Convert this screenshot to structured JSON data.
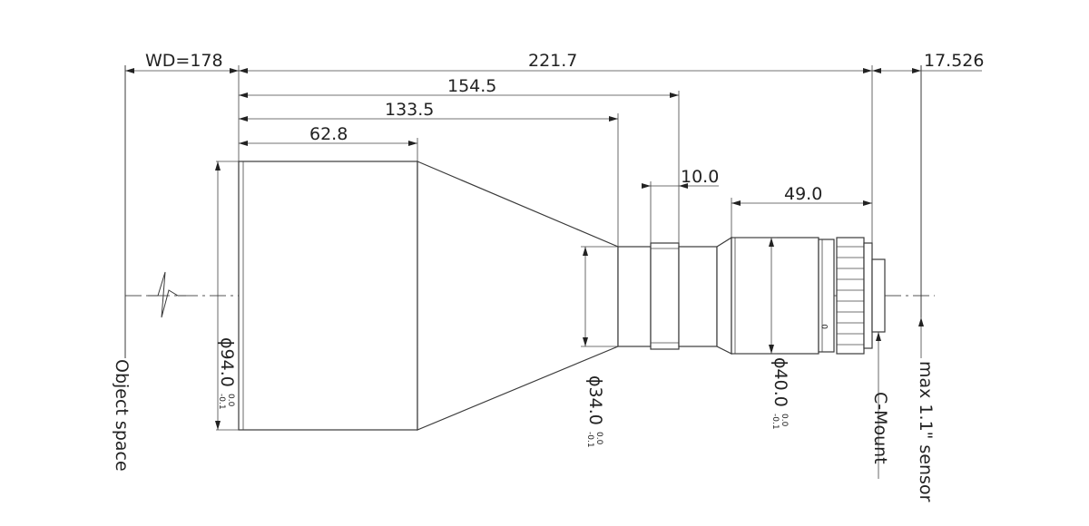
{
  "dimensions": {
    "wd": "WD=178",
    "overall": "221.7",
    "flange": "17.526",
    "d154": "154.5",
    "d133": "133.5",
    "d62": "62.8",
    "d10": "10.0",
    "d49": "49.0"
  },
  "diameters": {
    "front": {
      "value": "ϕ94.0",
      "tol_upper": "0.0",
      "tol_lower": "-0.1"
    },
    "mid": {
      "value": "ϕ34.0",
      "tol_upper": "0.0",
      "tol_lower": "-0.1"
    },
    "rear": {
      "value": "ϕ40.0",
      "tol_upper": "0.0",
      "tol_lower": "-0.1"
    }
  },
  "labels": {
    "object_space": "Object space",
    "mount": "C-Mount",
    "sensor": "max 1.1\" sensor",
    "knob_mark": "0"
  },
  "colors": {
    "line": "#3a3a3a",
    "text": "#222222",
    "background": "#ffffff"
  }
}
